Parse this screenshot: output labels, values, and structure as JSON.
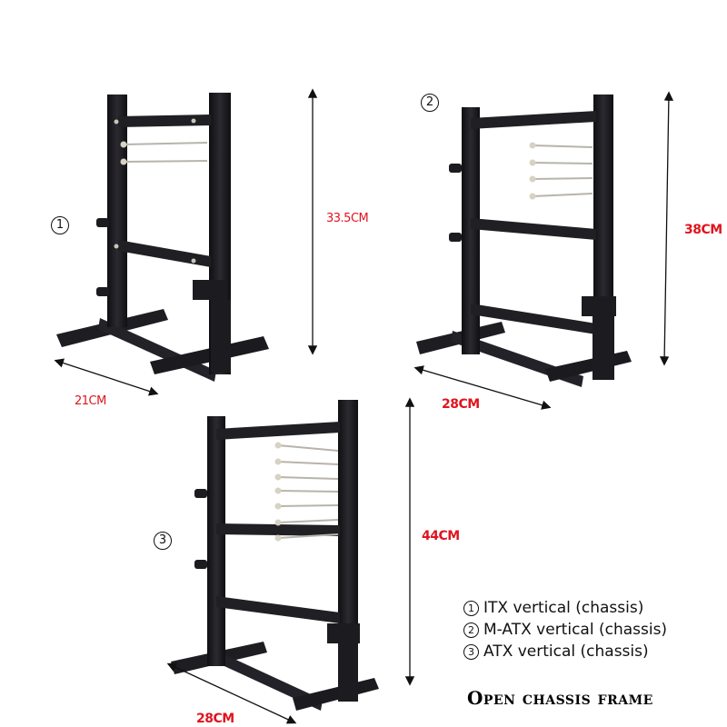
{
  "products": [
    {
      "id": 1,
      "badge": "①",
      "badge_text": "1",
      "name": "ITX vertical (chassis)",
      "height": "33.5CM",
      "width": "21CM",
      "standoffs": 2
    },
    {
      "id": 2,
      "badge": "②",
      "badge_text": "2",
      "name": "M-ATX vertical (chassis)",
      "height": "38CM",
      "width": "28CM",
      "standoffs": 4
    },
    {
      "id": 3,
      "badge": "③",
      "badge_text": "3",
      "name": "ATX vertical (chassis)",
      "height": "44CM",
      "width": "28CM",
      "standoffs": 7
    }
  ],
  "legend": [
    {
      "marker": "1",
      "label": "ITX vertical (chassis)"
    },
    {
      "marker": "2",
      "label": "M-ATX vertical (chassis)"
    },
    {
      "marker": "3",
      "label": "ATX vertical (chassis)"
    }
  ],
  "caption": "Open chassis frame",
  "colors": {
    "dimension_text": "#e0141e",
    "frame": "#1c1c20",
    "background": "#ffffff",
    "standoff": "#b8b4ac"
  }
}
